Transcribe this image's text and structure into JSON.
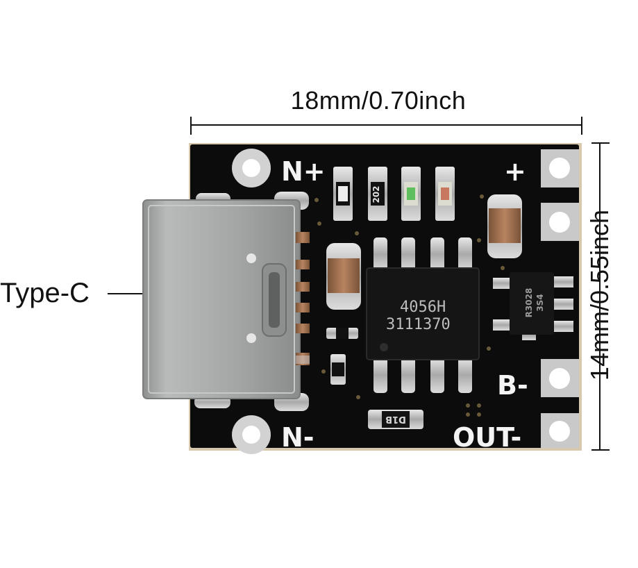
{
  "dimensions": {
    "width_label": "18mm/0.70inch",
    "height_label": "14mm/0.55inch"
  },
  "callout": {
    "typec_label": "Type-C"
  },
  "silkscreen": {
    "n_plus": "N+",
    "n_minus": "N-",
    "plus": "+",
    "b_minus": "B-",
    "out_minus": "OUT-"
  },
  "chip": {
    "line1": "4056H",
    "line2": "3111370"
  },
  "small_parts": {
    "resistor_202": "202",
    "regulator_line1": "R3028",
    "regulator_line2": "3S4",
    "diode_d1b": "D1B"
  },
  "colors": {
    "pcb": "#0c0c0c",
    "pad": "#c9c9c9",
    "usb_shell": "#a9abab"
  }
}
